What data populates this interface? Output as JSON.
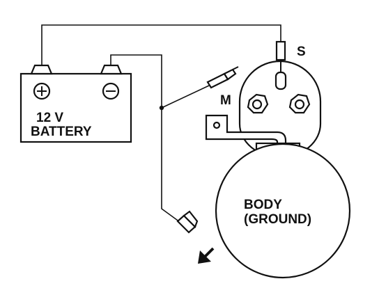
{
  "battery": {
    "voltage_label": "12 V",
    "name_label": "BATTERY",
    "positive_symbol": "+",
    "negative_symbol": "−"
  },
  "solenoid": {
    "s_label": "S",
    "m_label": "M"
  },
  "body": {
    "line1": "BODY",
    "line2": "(GROUND)"
  },
  "icons": [
    "arrow-down-left-icon"
  ]
}
